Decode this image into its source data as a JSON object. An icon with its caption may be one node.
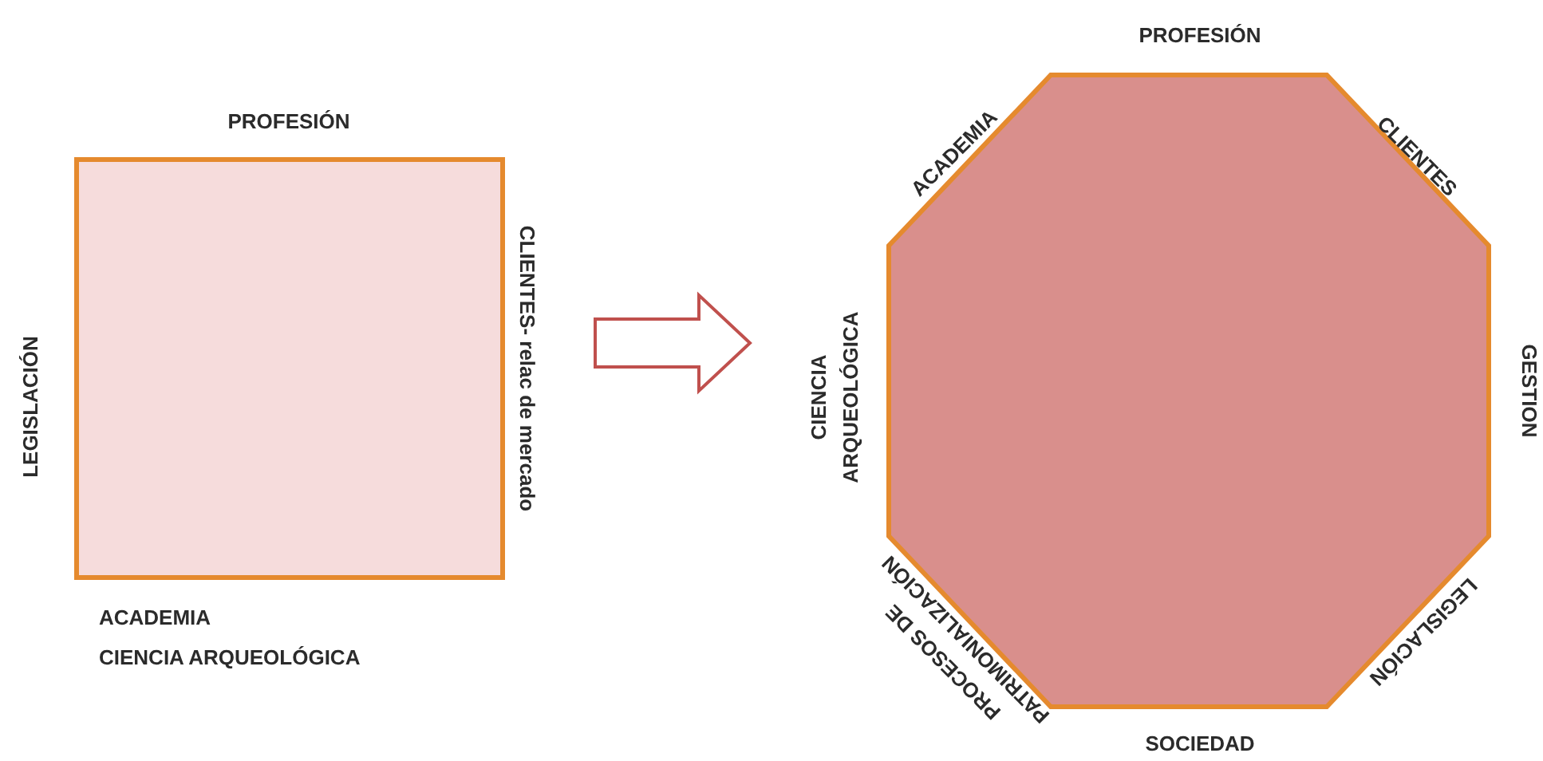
{
  "diagram": {
    "nodes": [
      {
        "text": [],
        "shape": "box",
        "beside": [
          "PROFESIÓN",
          "CLIENTES- relac de mercado",
          "LEGISLACIÓN",
          "ACADEMIA",
          "CIENCIA ARQUEOLÓGICA"
        ]
      },
      {
        "text": [],
        "shape": "octagon",
        "beside": [
          "PROFESIÓN",
          "CLIENTES",
          "GESTION",
          "LEGISLACIÓN",
          "SOCIEDAD",
          "PROCESOS DE PATRIMONIALIZACIÓN",
          "CIENCIA ARQUEOLÓGICA",
          "ACADEMIA"
        ]
      }
    ],
    "edges": [
      {
        "from": 0,
        "to": 1,
        "arrow": "to"
      }
    ]
  }
}
